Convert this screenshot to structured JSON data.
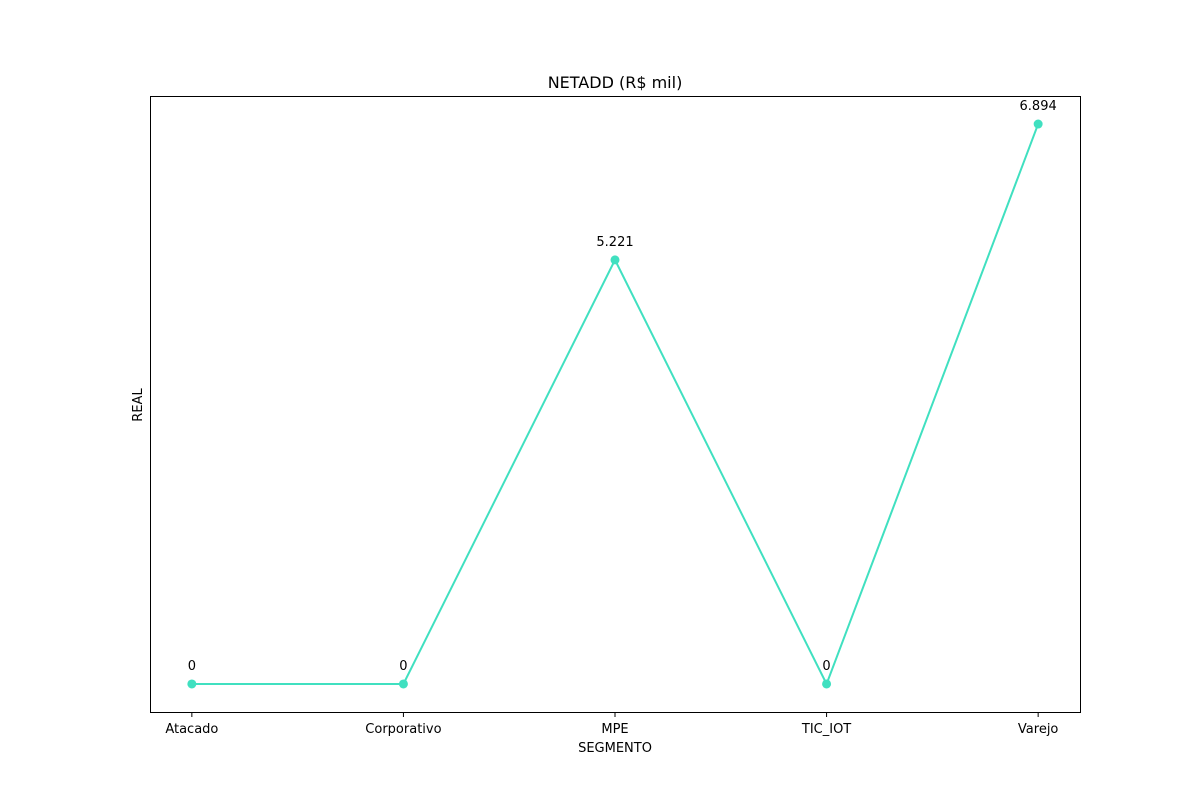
{
  "chart_data": {
    "type": "line",
    "title": "NETADD (R$ mil)",
    "xlabel": "SEGMENTO",
    "ylabel": "REAL",
    "categories": [
      "Atacado",
      "Corporativo",
      "MPE",
      "TIC_IOT",
      "Varejo"
    ],
    "values": [
      0,
      0,
      5221,
      0,
      6894
    ],
    "data_labels": [
      "0",
      "0",
      "5.221",
      "0",
      "6.894"
    ],
    "ylim": [
      -345,
      7239
    ],
    "y_ticks_visible": false,
    "grid": false,
    "legend": "none",
    "colors": {
      "line": "#40e0c0",
      "frame": "#000000",
      "text": "#000000"
    }
  }
}
